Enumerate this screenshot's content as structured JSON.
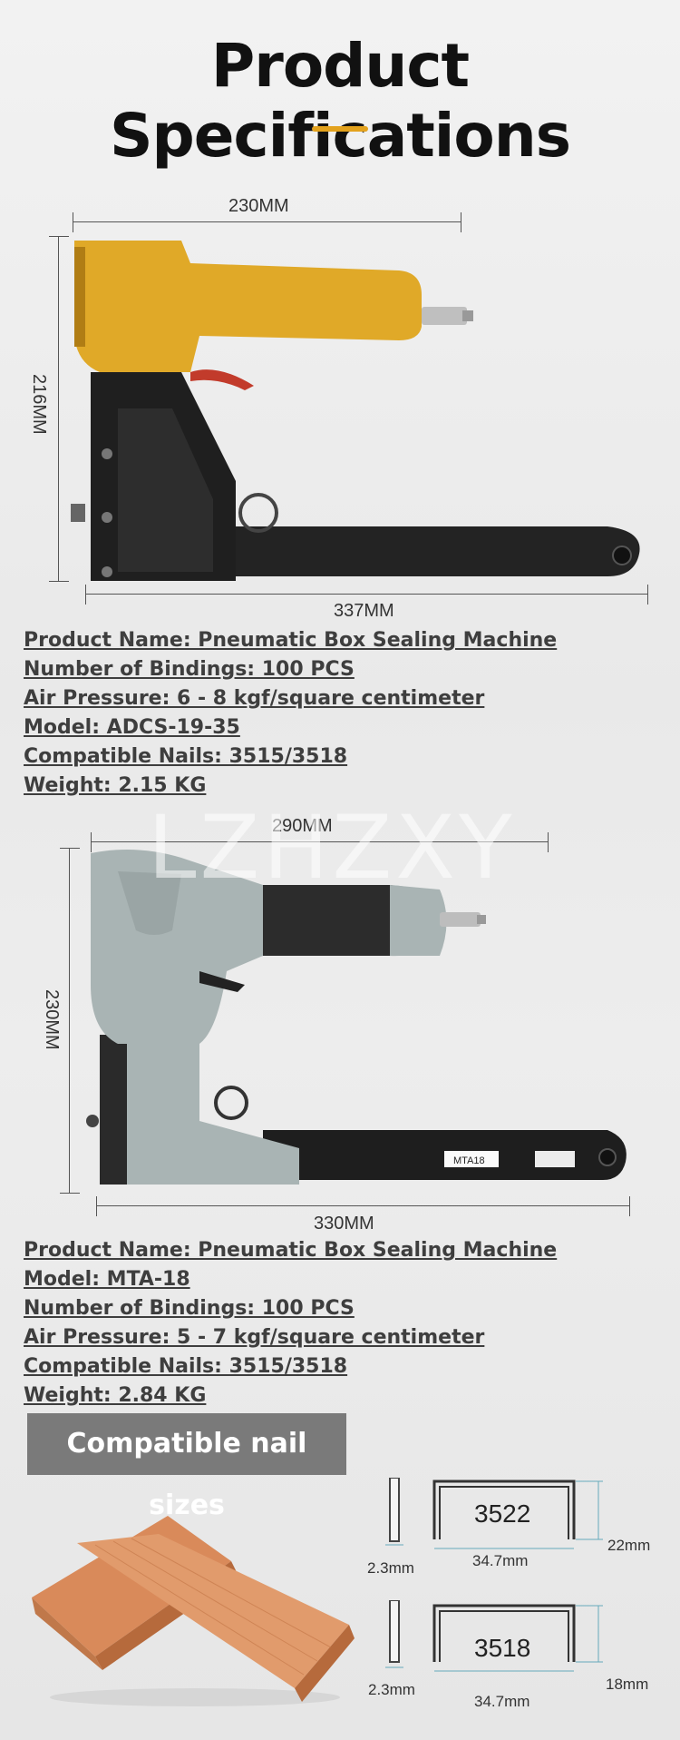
{
  "header": {
    "title": "Product Specifications"
  },
  "product1": {
    "width_label": "230MM",
    "height_label": "216MM",
    "length_label": "337MM",
    "specs": [
      "Product Name: Pneumatic Box Sealing Machine",
      "Number of Bindings: 100 PCS",
      "Air Pressure: 6 - 8 kgf/square centimeter",
      "Model: ADCS-19-35",
      "Compatible Nails: 3515/3518",
      "Weight: 2.15 KG"
    ],
    "body_color": "#e0a928"
  },
  "product2": {
    "width_label": "290MM",
    "height_label": "230MM",
    "length_label": "330MM",
    "rail_text": "MTA18",
    "watermark": "LZHZXY",
    "specs": [
      "Product Name: Pneumatic Box Sealing Machine",
      "Model: MTA-18",
      "Number of Bindings: 100 PCS",
      "Air Pressure: 5 - 7 kgf/square centimeter",
      "Compatible Nails: 3515/3518",
      "Weight: 2.84 KG"
    ],
    "body_color": "#a9b4b4"
  },
  "nails": {
    "badge": "Compatible nail sizes",
    "items": [
      {
        "code": "3522",
        "thickness": "2.3mm",
        "width": "34.7mm",
        "height": "22mm"
      },
      {
        "code": "3518",
        "thickness": "2.3mm",
        "width": "34.7mm",
        "height": "18mm"
      }
    ],
    "staple_color": "#d98a5a"
  }
}
